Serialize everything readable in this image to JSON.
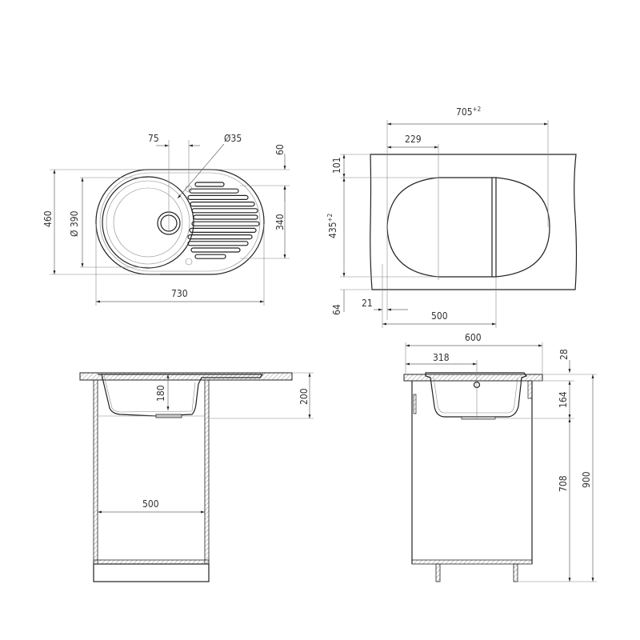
{
  "drawing": {
    "top_view": {
      "dims": {
        "d75": "75",
        "d_drain": "Ø35",
        "d60": "60",
        "d460": "460",
        "d390": "Ø 390",
        "d340": "340",
        "d730": "730"
      }
    },
    "cutout_view": {
      "dims": {
        "d705": "705",
        "d705_tol": "+2",
        "d229": "229",
        "d101": "101",
        "d435": "435",
        "d435_tol": "+2",
        "d64": "64",
        "d21": "21",
        "d500": "500"
      }
    },
    "front_section": {
      "dims": {
        "d180": "180",
        "d200": "200",
        "d500": "500"
      }
    },
    "side_section": {
      "dims": {
        "d600": "600",
        "d318": "318",
        "d28": "28",
        "d164": "164",
        "d708": "708",
        "d900": "900"
      }
    },
    "colors": {
      "line": "#222222",
      "dimension": "#666666",
      "background": "#ffffff"
    }
  }
}
